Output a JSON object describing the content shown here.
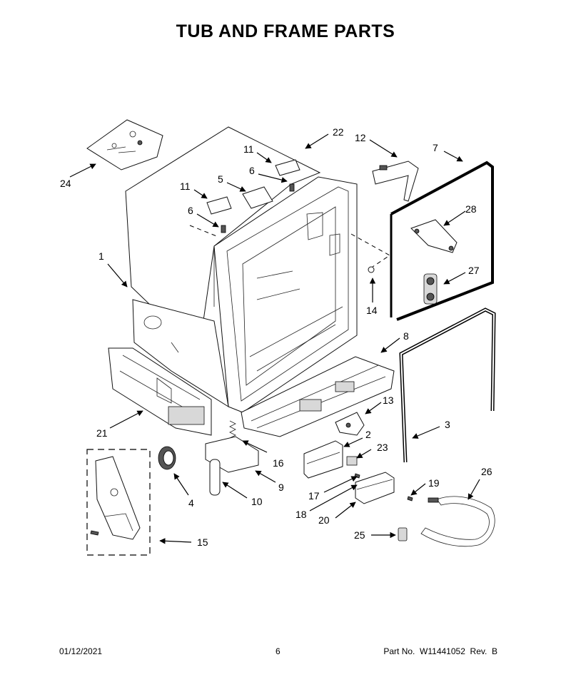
{
  "title": "TUB AND FRAME PARTS",
  "footer": {
    "date": "01/12/2021",
    "page": "6",
    "part_no": "Part No.  W11441052  Rev.  B"
  },
  "callouts": {
    "c1": "1",
    "c2": "2",
    "c3": "3",
    "c4": "4",
    "c5": "5",
    "c6a": "6",
    "c6b": "6",
    "c7": "7",
    "c8": "8",
    "c9": "9",
    "c10": "10",
    "c11a": "11",
    "c11b": "11",
    "c12": "12",
    "c13": "13",
    "c14": "14",
    "c15": "15",
    "c16": "16",
    "c17": "17",
    "c18": "18",
    "c19": "19",
    "c20": "20",
    "c21": "21",
    "c22": "22",
    "c23": "23",
    "c24": "24",
    "c25": "25",
    "c26": "26",
    "c27": "27",
    "c28": "28"
  }
}
